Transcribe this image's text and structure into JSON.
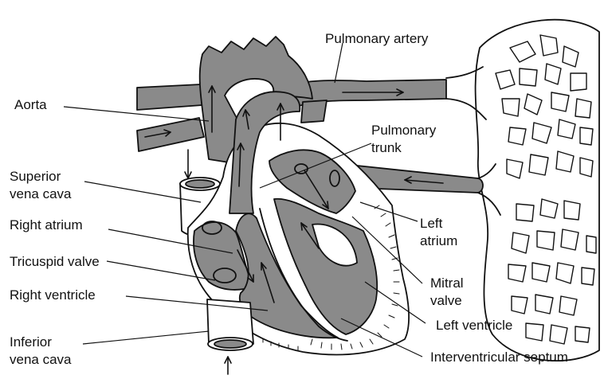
{
  "labels": {
    "pulmonary_artery": "Pulmonary artery",
    "aorta": "Aorta",
    "pulmonary_trunk_1": "Pulmonary",
    "pulmonary_trunk_2": "trunk",
    "superior_vena_cava_1": "Superior",
    "superior_vena_cava_2": "vena cava",
    "right_atrium": "Right atrium",
    "left_atrium_1": "Left",
    "left_atrium_2": "atrium",
    "tricuspid_valve": "Tricuspid valve",
    "mitral_valve_1": "Mitral",
    "mitral_valve_2": "valve",
    "right_ventricle": "Right ventricle",
    "left_ventricle": "Left ventricle",
    "inferior_vena_cava_1": "Inferior",
    "inferior_vena_cava_2": "vena cava",
    "interventricular_septum": "Interventricular septum"
  },
  "colors": {
    "chamber_fill": "#8a8a8a",
    "outline": "#111111",
    "background": "#ffffff"
  }
}
